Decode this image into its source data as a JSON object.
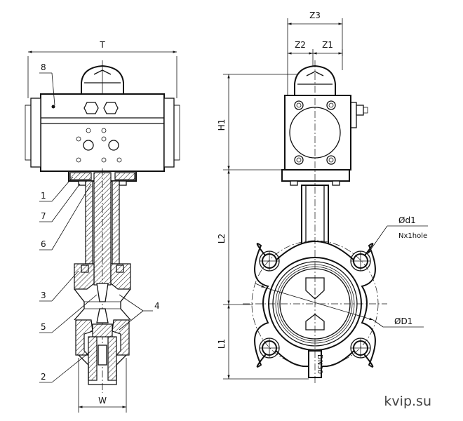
{
  "front_view": {
    "dim_T": "T",
    "dim_W": "W",
    "callouts": [
      "8",
      "1",
      "7",
      "6",
      "3",
      "5",
      "2",
      "4"
    ]
  },
  "side_view": {
    "dim_Z3": "Z3",
    "dim_Z2": "Z2",
    "dim_Z1": "Z1",
    "dim_H1": "H1",
    "dim_L2": "L2",
    "dim_L1": "L1",
    "bolt_dia": "Ød1",
    "bolt_note": "Nх1hole",
    "flange_dia": "ØD1",
    "disc_mark": "DN50"
  },
  "watermark": "kvip.su"
}
